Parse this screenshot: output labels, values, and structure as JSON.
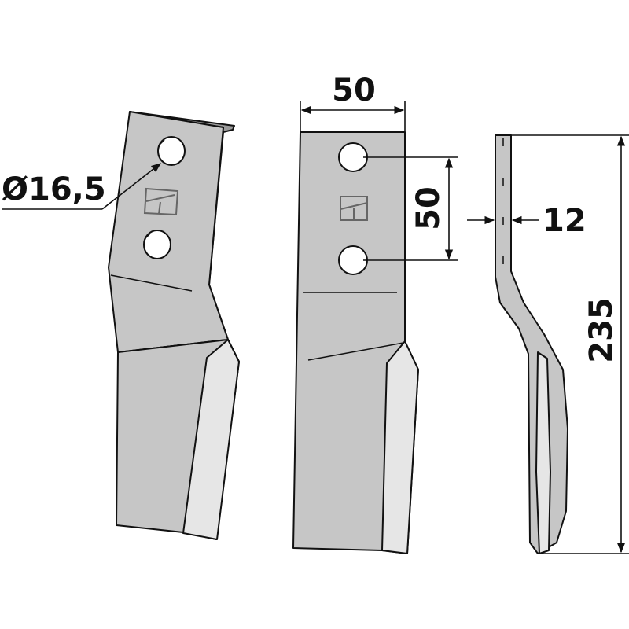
{
  "dimensions": {
    "hole_diameter": "Ø16,5",
    "width": "50",
    "hole_spacing": "50",
    "thickness": "12",
    "length": "235"
  },
  "colors": {
    "blade_fill": "#c6c6c6",
    "blade_edge_fill": "#e6e6e6",
    "blade_shadow_fill": "#9a9a9a",
    "outline": "#111111",
    "hole_fill": "#ffffff",
    "logo_stroke": "#666666"
  },
  "icons": {
    "logo": "maker-logo-icon"
  }
}
